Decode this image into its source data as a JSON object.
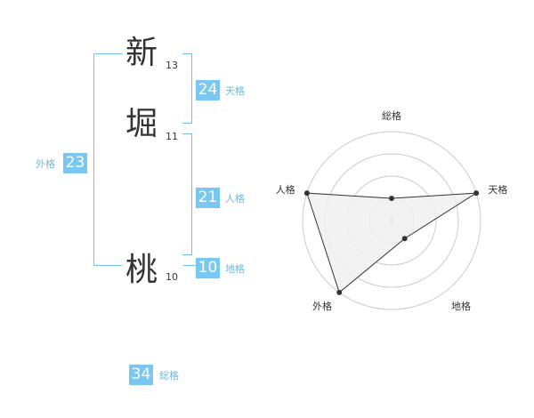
{
  "name": {
    "chars": [
      {
        "char": "新",
        "strokes": "13"
      },
      {
        "char": "堀",
        "strokes": "11"
      },
      {
        "char": "桃",
        "strokes": "10"
      }
    ]
  },
  "scores": {
    "tenkaku": {
      "value": "24",
      "label": "天格"
    },
    "jinkaku": {
      "value": "21",
      "label": "人格"
    },
    "chikaku": {
      "value": "10",
      "label": "地格"
    },
    "gaikaku": {
      "value": "23",
      "label": "外格"
    },
    "soukaku": {
      "value": "34",
      "label": "総格"
    }
  },
  "chart_data": {
    "type": "radar",
    "axes": [
      "総格",
      "天格",
      "地格",
      "外格",
      "人格"
    ],
    "values": [
      1,
      4,
      1,
      4,
      4
    ],
    "range": [
      0,
      4
    ],
    "rings": 4,
    "colors": {
      "fill": "#f0f0f0",
      "stroke": "#333333",
      "grid": "#cccccc"
    }
  }
}
